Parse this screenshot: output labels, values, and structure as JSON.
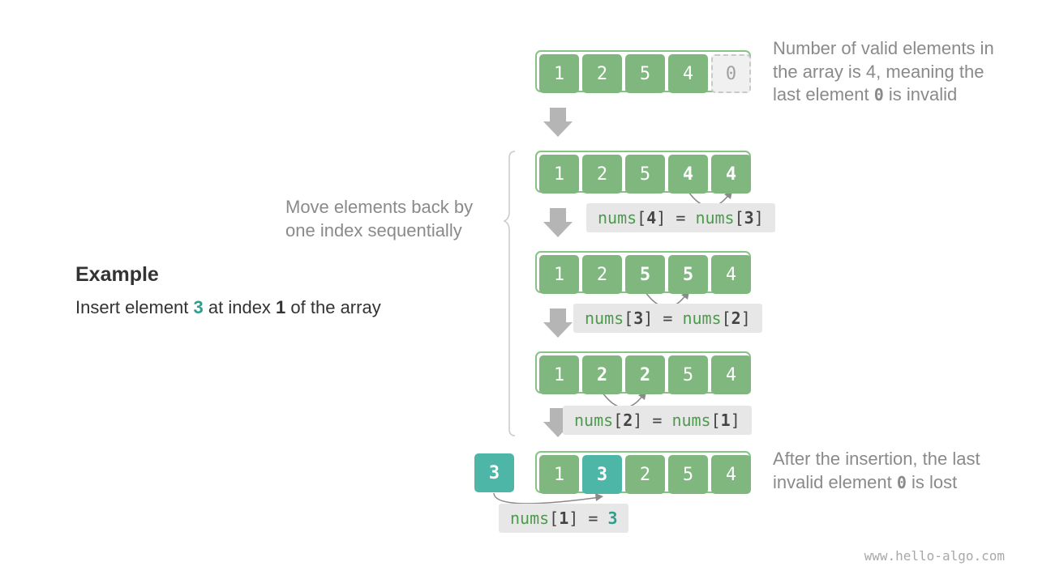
{
  "example": {
    "title": "Example",
    "desc_prefix": "Insert element ",
    "element": "3",
    "desc_middle": " at index ",
    "index": "1",
    "desc_suffix": " of the array"
  },
  "notes": {
    "top_line1": "Number of valid elements in",
    "top_line2": "the array is 4, meaning the",
    "top_line3_prefix": "last element ",
    "top_line3_code": "0",
    "top_line3_suffix": " is invalid",
    "move_line1": "Move elements back by",
    "move_line2": "one index sequentially",
    "after_line1": "After the insertion, the last",
    "after_line2_prefix": "invalid element ",
    "after_line2_code": "0",
    "after_line2_suffix": " is lost"
  },
  "arrays": {
    "step0": [
      "1",
      "2",
      "5",
      "4",
      "0"
    ],
    "step1": [
      "1",
      "2",
      "5",
      "4",
      "4"
    ],
    "step2": [
      "1",
      "2",
      "5",
      "5",
      "4"
    ],
    "step3": [
      "1",
      "2",
      "2",
      "5",
      "4"
    ],
    "step4": [
      "1",
      "3",
      "2",
      "5",
      "4"
    ]
  },
  "inserted_value": "3",
  "code_labels": {
    "a": {
      "lhs_name": "nums",
      "lhs_index": "4",
      "eq": " = ",
      "rhs_name": "nums",
      "rhs_index": "3"
    },
    "b": {
      "lhs_name": "nums",
      "lhs_index": "3",
      "eq": " = ",
      "rhs_name": "nums",
      "rhs_index": "2"
    },
    "c": {
      "lhs_name": "nums",
      "lhs_index": "2",
      "eq": " = ",
      "rhs_name": "nums",
      "rhs_index": "1"
    },
    "d": {
      "lhs_name": "nums",
      "lhs_index": "1",
      "eq": " = ",
      "value": "3"
    }
  },
  "footer": "www.hello-algo.com",
  "colors": {
    "cell": "#7fb77f",
    "array_border": "#86c486",
    "highlight": "#4db6a6",
    "note_text": "#8a8a8a",
    "arrow": "#b5b5b5"
  }
}
